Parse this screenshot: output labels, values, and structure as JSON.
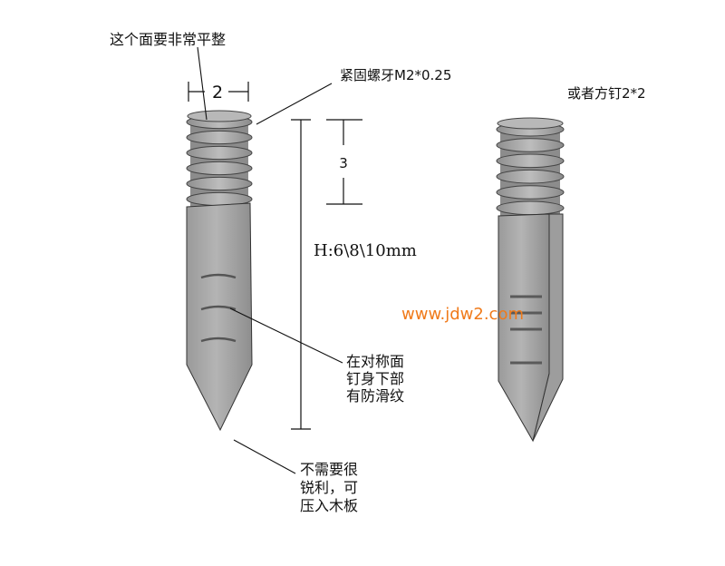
{
  "annotations": {
    "flat_top": "这个面要非常平整",
    "thread": "紧固螺牙M2*0.25",
    "alt_nail": "或者方钉2*2",
    "anti_slip": [
      "在对称面",
      "钉身下部",
      "有防滑纹"
    ],
    "tip": [
      "不需要很",
      "锐利，可",
      "压入木板"
    ]
  },
  "dimensions": {
    "diameter": "2",
    "thread_length": "3",
    "height": "H:6\\8\\10mm"
  },
  "watermark": "www.jdw2.com",
  "colors": {
    "metal": "#a5a5a5",
    "metal_dark": "#7a7a7a",
    "line": "#111111",
    "watermark": "#f07a1a"
  }
}
